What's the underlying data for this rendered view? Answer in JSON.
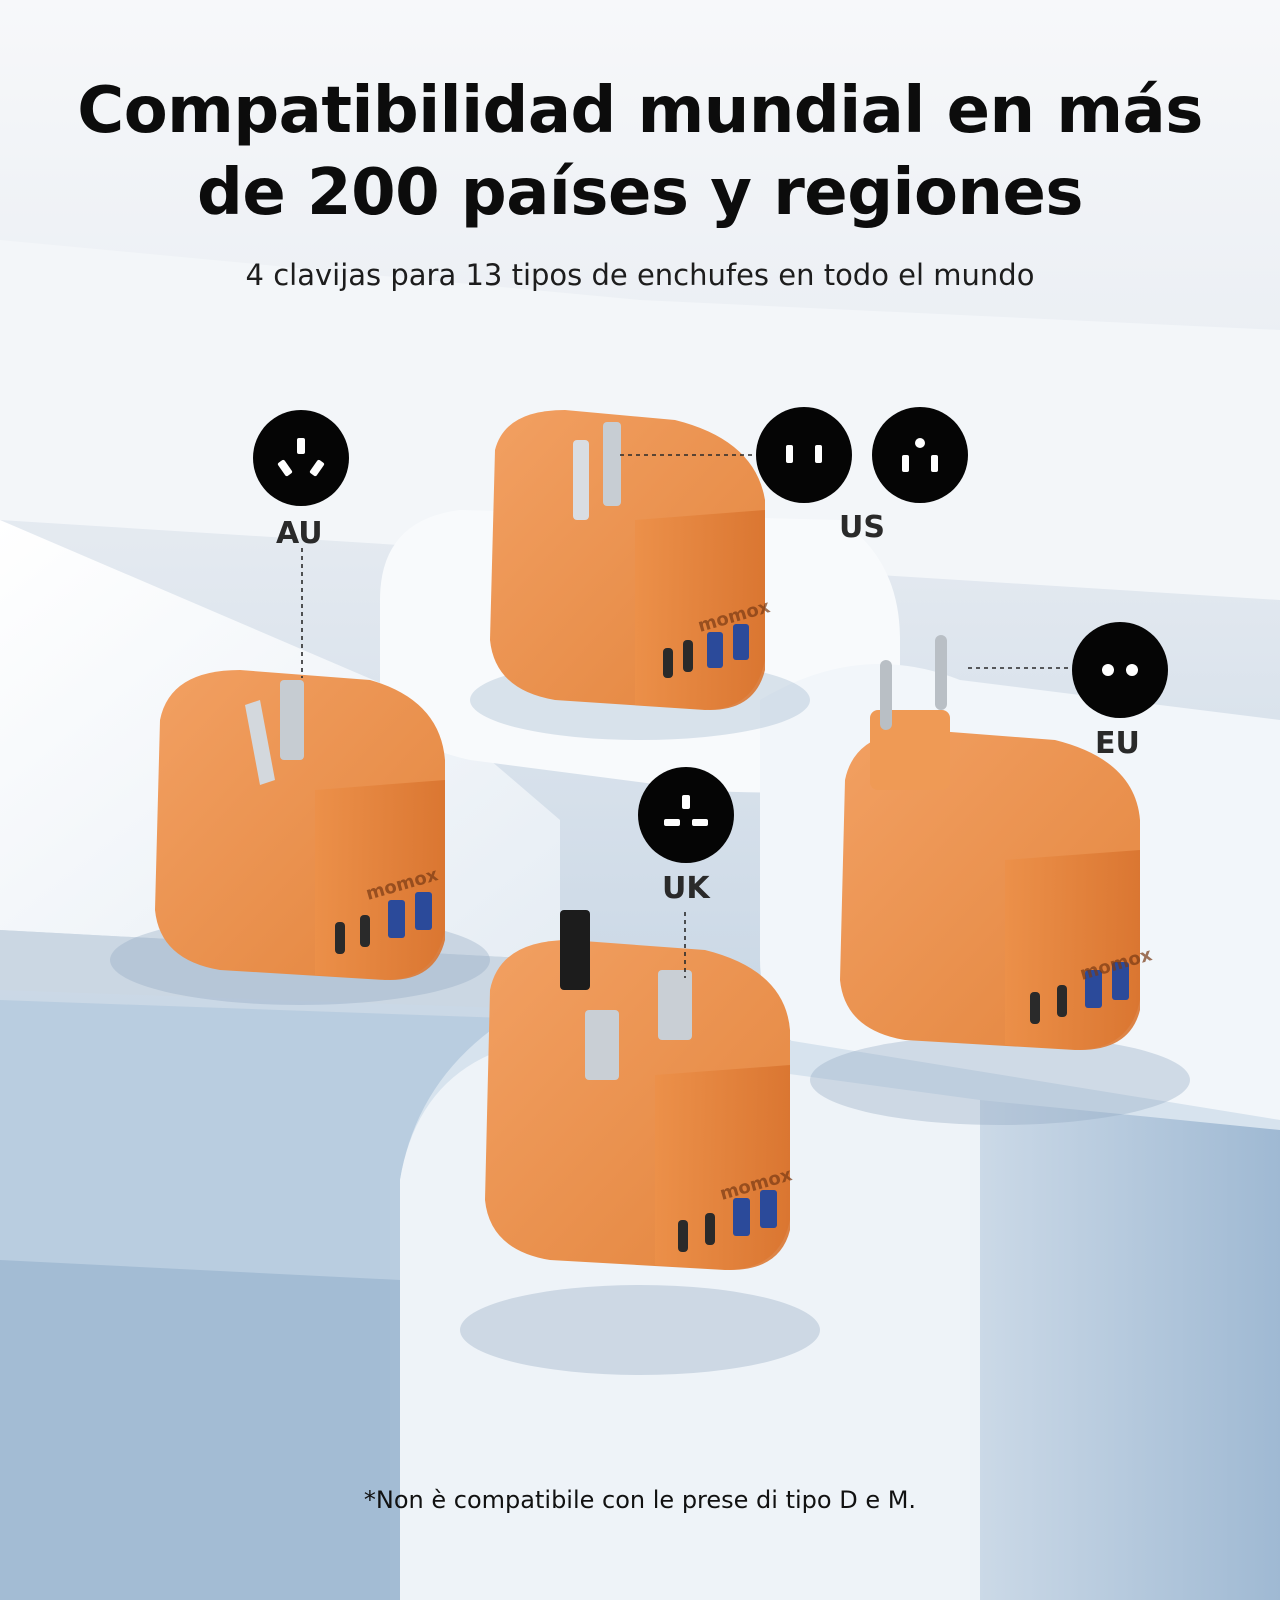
{
  "headline": {
    "line1": "Compatibilidad mundial en más",
    "line2": "de 200 países y regiones"
  },
  "subtitle": "4 clavijas para 13 tipos de enchufes en todo el mundo",
  "regions": {
    "au": "AU",
    "us": "US",
    "uk": "UK",
    "eu": "EU"
  },
  "brand": "momox",
  "footnote": "*Non è compatibile con le prese di tipo D e M.",
  "colors": {
    "adapter": "#e88a48",
    "socket": "#050505",
    "background": "#e9eef4"
  },
  "icons": [
    "au-socket-icon",
    "us-2pin-socket-icon",
    "us-3pin-socket-icon",
    "uk-socket-icon",
    "eu-socket-icon"
  ]
}
